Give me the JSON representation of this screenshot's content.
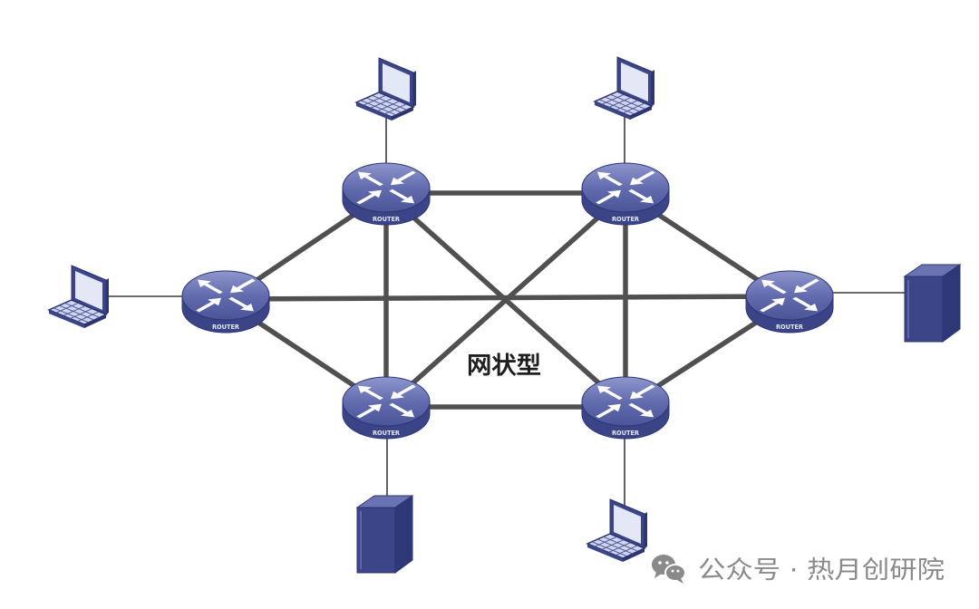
{
  "diagram": {
    "label": "网状型",
    "routers": [
      {
        "label": "ROUTER",
        "icon": "router-icon"
      },
      {
        "label": "ROUTER",
        "icon": "router-icon"
      },
      {
        "label": "ROUTER",
        "icon": "router-icon"
      },
      {
        "label": "ROUTER",
        "icon": "router-icon"
      },
      {
        "label": "ROUTER",
        "icon": "router-icon"
      },
      {
        "label": "ROUTER",
        "icon": "router-icon"
      }
    ],
    "devices": [
      {
        "icon": "laptop-icon"
      },
      {
        "icon": "laptop-icon"
      },
      {
        "icon": "laptop-icon"
      },
      {
        "icon": "server-icon"
      },
      {
        "icon": "server-icon"
      },
      {
        "icon": "laptop-icon"
      }
    ]
  },
  "watermark": {
    "icon": "wechat-icon",
    "text": "公众号 · 热月创研院"
  },
  "colors": {
    "router_side": "#3a4486",
    "device": "#3b4587",
    "link": "#505050",
    "label": "#1f1f1f",
    "watermark": "#8a8a8a"
  }
}
